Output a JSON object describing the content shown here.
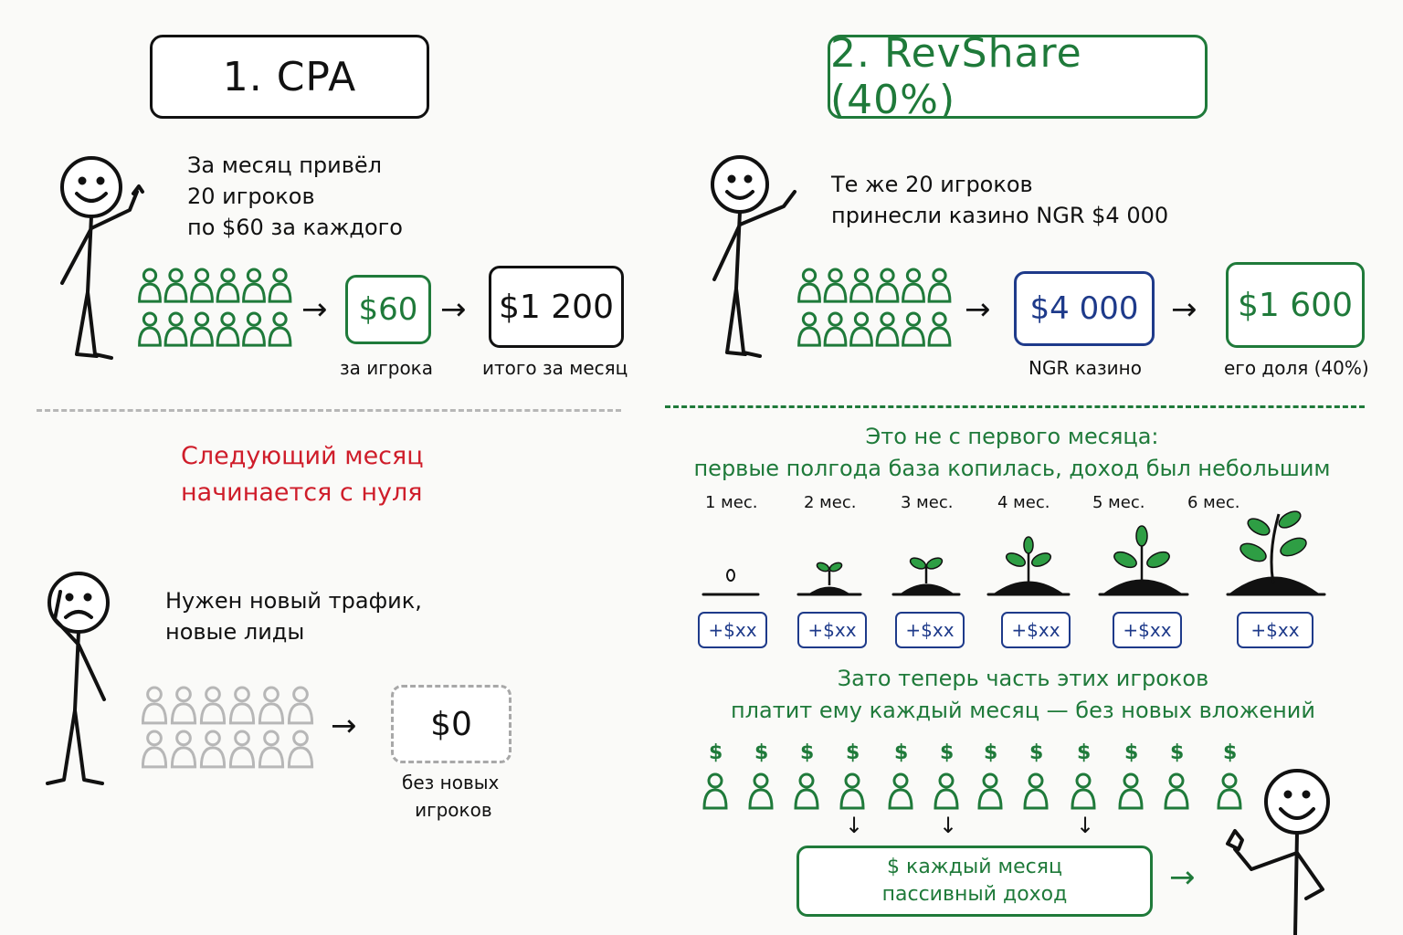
{
  "colors": {
    "green": "#1f7a3a",
    "red": "#cf1d2a",
    "blue": "#1e3a8a",
    "gray": "#b7b7b7",
    "ink": "#111111"
  },
  "cpa": {
    "title": "1. CPA",
    "intro": [
      "За месяц привёл",
      "20 игроков",
      "по $60 за каждого"
    ],
    "per_player": "$60",
    "per_player_caption": "за игрока",
    "total": "$1 200",
    "total_caption": "итого за месяц",
    "next_month": [
      "Следующий месяц",
      "начинается с нуля"
    ],
    "need": [
      "Нужен новый трафик,",
      "новые лиды"
    ],
    "zero": "$0",
    "zero_caption": [
      "без новых",
      "игроков"
    ]
  },
  "revshare": {
    "title": "2. RevShare (40%)",
    "intro": [
      "Те же 20 игроков",
      "принесли казино NGR $4 000"
    ],
    "ngr": "$4 000",
    "ngr_caption": "NGR казино",
    "share": "$1 600",
    "share_caption": "его доля (40%)",
    "note": [
      "Это не с первого месяца:",
      "первые полгода база копилась, доход был небольшим"
    ],
    "months": [
      "1 мес.",
      "2 мес.",
      "3 мес.",
      "4 мес.",
      "5 мес.",
      "6 мес."
    ],
    "chip_label": "+$xx",
    "after": [
      "Зато теперь часть этих игроков",
      "платит ему каждый месяц — без новых вложений"
    ],
    "dollar_sign": "$",
    "passive": [
      "$ каждый месяц",
      "пассивный доход"
    ]
  },
  "icons": [
    "stick-figure-happy",
    "stick-figure-sad",
    "person-icon",
    "plant-sprout-icon",
    "arrow-right-icon",
    "arrow-down-icon"
  ]
}
